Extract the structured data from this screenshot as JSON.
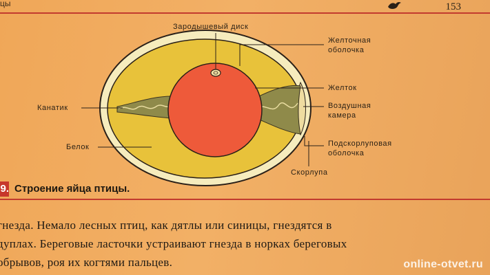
{
  "header": {
    "page_number": "153",
    "top_fragment": "цы"
  },
  "diagram": {
    "labels": {
      "germinal_disc": "Зародышевый диск",
      "yolk_membrane_line1": "Желточная",
      "yolk_membrane_line2": "оболочка",
      "yolk": "Желток",
      "air_cell_line1": "Воздушная",
      "air_cell_line2": "камера",
      "shell_membrane_line1": "Подскорлуповая",
      "shell_membrane_line2": "оболочка",
      "shell": "Скорлупа",
      "chalaza": "Канатик",
      "albumen": "Белок"
    },
    "colors": {
      "shell": "#f6ecbd",
      "albumen": "#e8c23a",
      "yolk": "#ee5a3a",
      "chalaza": "#8f8a4a",
      "air_cell": "#efdca0"
    }
  },
  "caption": {
    "number_fragment": "9.",
    "text": "Строение яйца птицы."
  },
  "body_text": {
    "line1": "гнезда. Немало лесных птиц, как дятлы или синицы, гнездятся в",
    "line2": "дуплах. Береговые ласточки устраивают гнезда в норках береговых",
    "line3": "обрывов, роя их когтями пальцев."
  },
  "watermark": "online-otvet.ru"
}
